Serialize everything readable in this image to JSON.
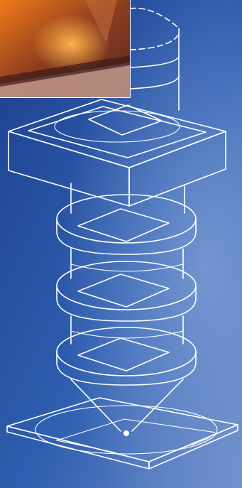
{
  "figure": {
    "background_colors": [
      "#1d3f8e",
      "#2f5fb0",
      "#6f8fc8"
    ],
    "line_color": "#ffffff",
    "photo_colors": [
      "#f07a1a",
      "#8a3c1e",
      "#5a2a26",
      "#c0998c"
    ],
    "components": [
      "light-source-cylinder",
      "photomask-reticle-plate",
      "lens-element-1",
      "lens-element-2",
      "lens-element-3",
      "projection-cone",
      "wafer-stage"
    ]
  }
}
